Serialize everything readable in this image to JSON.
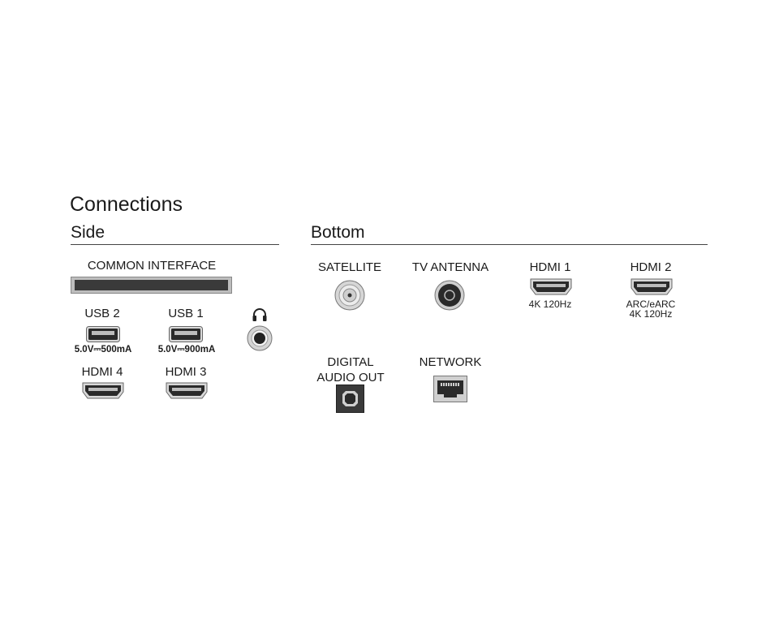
{
  "title": "Connections",
  "side": {
    "heading": "Side",
    "common_interface": "COMMON INTERFACE",
    "usb2": {
      "label": "USB 2",
      "rating": "5.0V⎓500mA"
    },
    "usb1": {
      "label": "USB 1",
      "rating": "5.0V⎓900mA"
    },
    "hdmi4": "HDMI 4",
    "hdmi3": "HDMI 3"
  },
  "bottom": {
    "heading": "Bottom",
    "satellite": "SATELLITE",
    "tv_antenna": "TV ANTENNA",
    "hdmi1": {
      "label": "HDMI 1",
      "note": "4K 120Hz"
    },
    "hdmi2": {
      "label": "HDMI 2",
      "note1": "ARC/eARC",
      "note2": "4K 120Hz"
    },
    "digital_audio_line1": "DIGITAL",
    "digital_audio_line2": "AUDIO OUT",
    "network": "NETWORK"
  },
  "icons": [
    "common-interface-slot-icon",
    "usb-port-icon",
    "headphone-icon",
    "headphone-jack-icon",
    "hdmi-port-icon",
    "coax-port-icon",
    "optical-port-icon",
    "ethernet-port-icon"
  ]
}
